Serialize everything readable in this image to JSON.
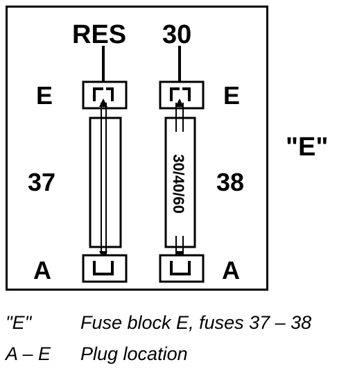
{
  "diagram": {
    "top_labels": {
      "left": "RES",
      "right": "30"
    },
    "plug_labels": {
      "top_left": "E",
      "top_right": "E",
      "bottom_left": "A",
      "bottom_right": "A"
    },
    "fuse_numbers": {
      "left": "37",
      "right": "38"
    },
    "fuse_rating": "30/40/60",
    "block_label": "\"E\""
  },
  "legend": [
    {
      "key": "\"E\"",
      "text": "Fuse block E, fuses 37 – 38"
    },
    {
      "key": "A – E",
      "text": "Plug location"
    }
  ]
}
